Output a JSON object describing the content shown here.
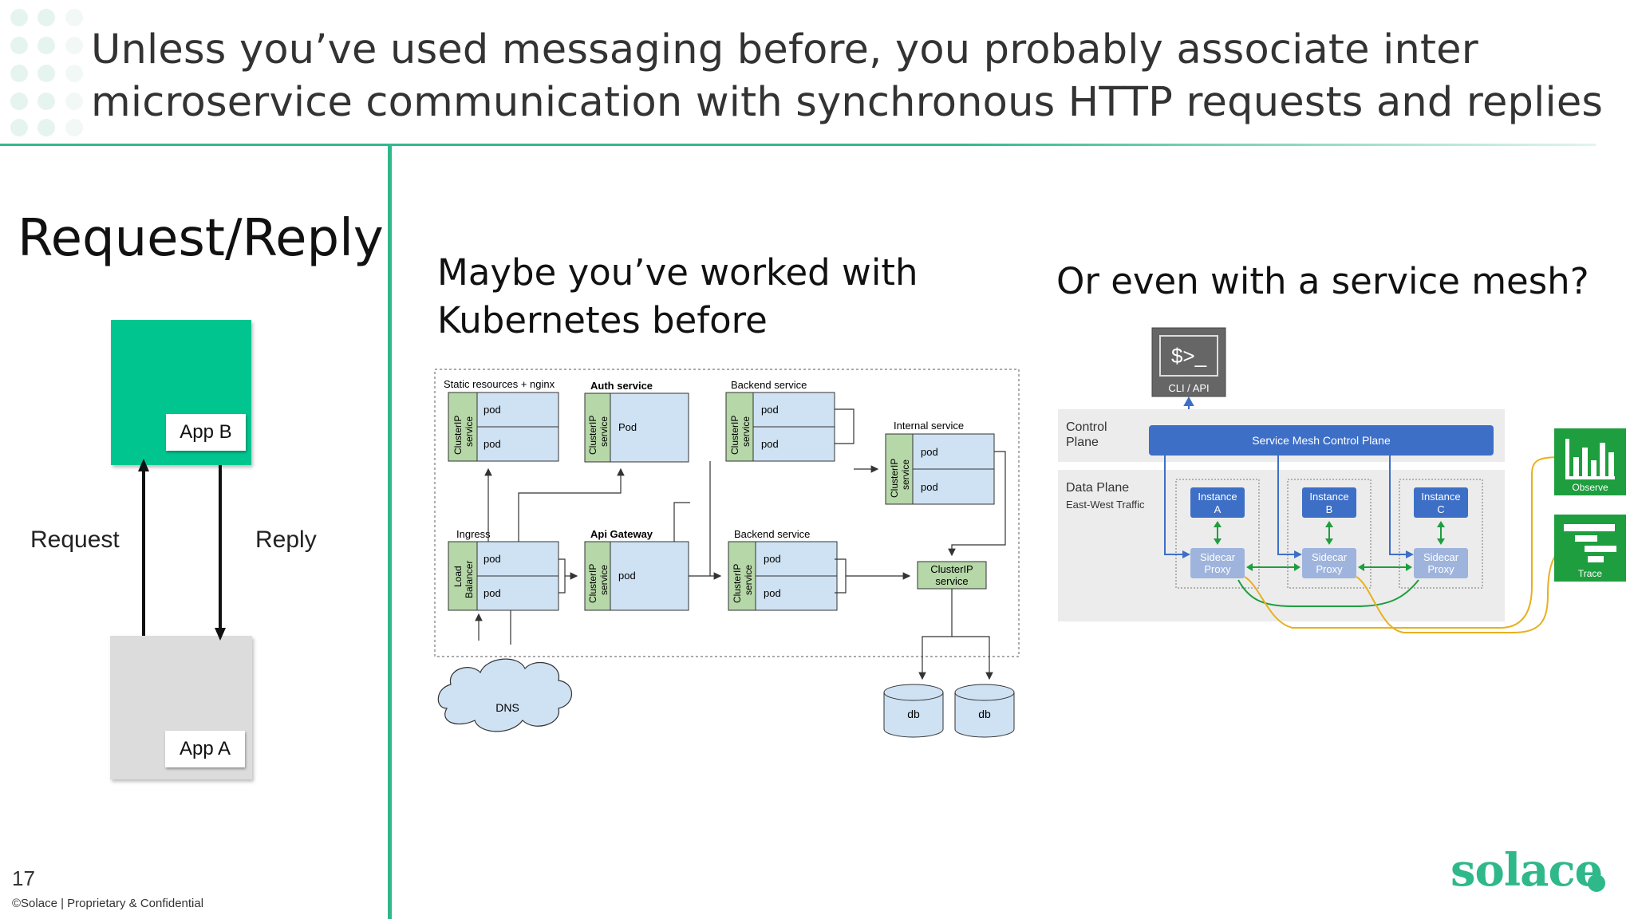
{
  "title": {
    "line1": "Unless you’ve used messaging before, you probably associate inter",
    "line2": "microservice communication with synchronous HTTP requests and replies"
  },
  "request_reply": {
    "title": "Request/Reply",
    "app_b": "App B",
    "app_a": "App A",
    "request": "Request",
    "reply": "Reply"
  },
  "kubernetes": {
    "heading_line1": "Maybe you’ve worked with",
    "heading_line2": "Kubernetes before",
    "group_static": "Static resources + nginx",
    "group_auth": "Auth service",
    "group_backend1": "Backend service",
    "group_internal": "Internal service",
    "group_ingress": "Ingress",
    "group_gateway": "Api Gateway",
    "group_backend2": "Backend service",
    "clusterip": "ClusterIP",
    "service": "service",
    "load": "Load",
    "balancer": "Balancer",
    "pod": "pod",
    "pod_cap": "Pod",
    "clusterip_service": "ClusterIP",
    "service_label": "service",
    "dns": "DNS",
    "db": "db"
  },
  "mesh": {
    "heading": "Or even with a service mesh?",
    "cli_symbol": "$>_",
    "cli_label": "CLI / API",
    "control_plane_1": "Control",
    "control_plane_2": "Plane",
    "control_plane_bar": "Service Mesh Control Plane",
    "data_plane": "Data Plane",
    "east_west": "East-West Traffic",
    "instance": "Instance",
    "inst_a": "A",
    "inst_b": "B",
    "inst_c": "C",
    "sidecar": "Sidecar",
    "proxy": "Proxy",
    "observe": "Observe",
    "trace": "Trace"
  },
  "footer": {
    "page": "17",
    "copyright": "©Solace  |  Proprietary & Confidential",
    "logo": "solace"
  },
  "colors": {
    "accent": "#2fb88a",
    "app_b": "#00c58f",
    "mesh_blue": "#3d6fc7",
    "mesh_green": "#1e9e3e",
    "mesh_yellow": "#e8b020"
  }
}
